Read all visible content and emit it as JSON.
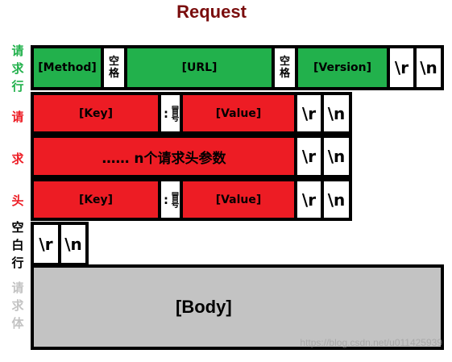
{
  "title": "Request",
  "side_labels": {
    "request_line": [
      "请",
      "求",
      "行"
    ],
    "request_headers": [
      "请",
      "求",
      "头"
    ],
    "blank_line": [
      "空",
      "白",
      "行"
    ],
    "request_body": [
      "请",
      "求",
      "体"
    ]
  },
  "request_line": {
    "method": "[Method]",
    "space1": [
      "空",
      "格"
    ],
    "url": "[URL]",
    "space2": [
      "空",
      "格"
    ],
    "version": "[Version]",
    "cr": "\\r",
    "lf": "\\n"
  },
  "header_row_1": {
    "key": "[Key]",
    "colon_char": ":",
    "colon_text": "冒号",
    "value": "[Value]",
    "cr": "\\r",
    "lf": "\\n"
  },
  "header_row_2": {
    "text": "……   n个请求头参数",
    "cr": "\\r",
    "lf": "\\n"
  },
  "header_row_3": {
    "key": "[Key]",
    "colon_char": ":",
    "colon_text": "冒号",
    "value": "[Value]",
    "cr": "\\r",
    "lf": "\\n"
  },
  "blank_line": {
    "cr": "\\r",
    "lf": "\\n"
  },
  "body": "[Body]",
  "watermark": "https://blog.csdn.net/u011425939",
  "colors": {
    "green": "#22b14c",
    "red": "#ed1c24",
    "gray": "#c3c3c3",
    "title": "#7a0d0d",
    "label_green": "#22b14c",
    "label_red": "#ed1c24",
    "label_black": "#000000",
    "label_gray": "#c3c3c3"
  }
}
